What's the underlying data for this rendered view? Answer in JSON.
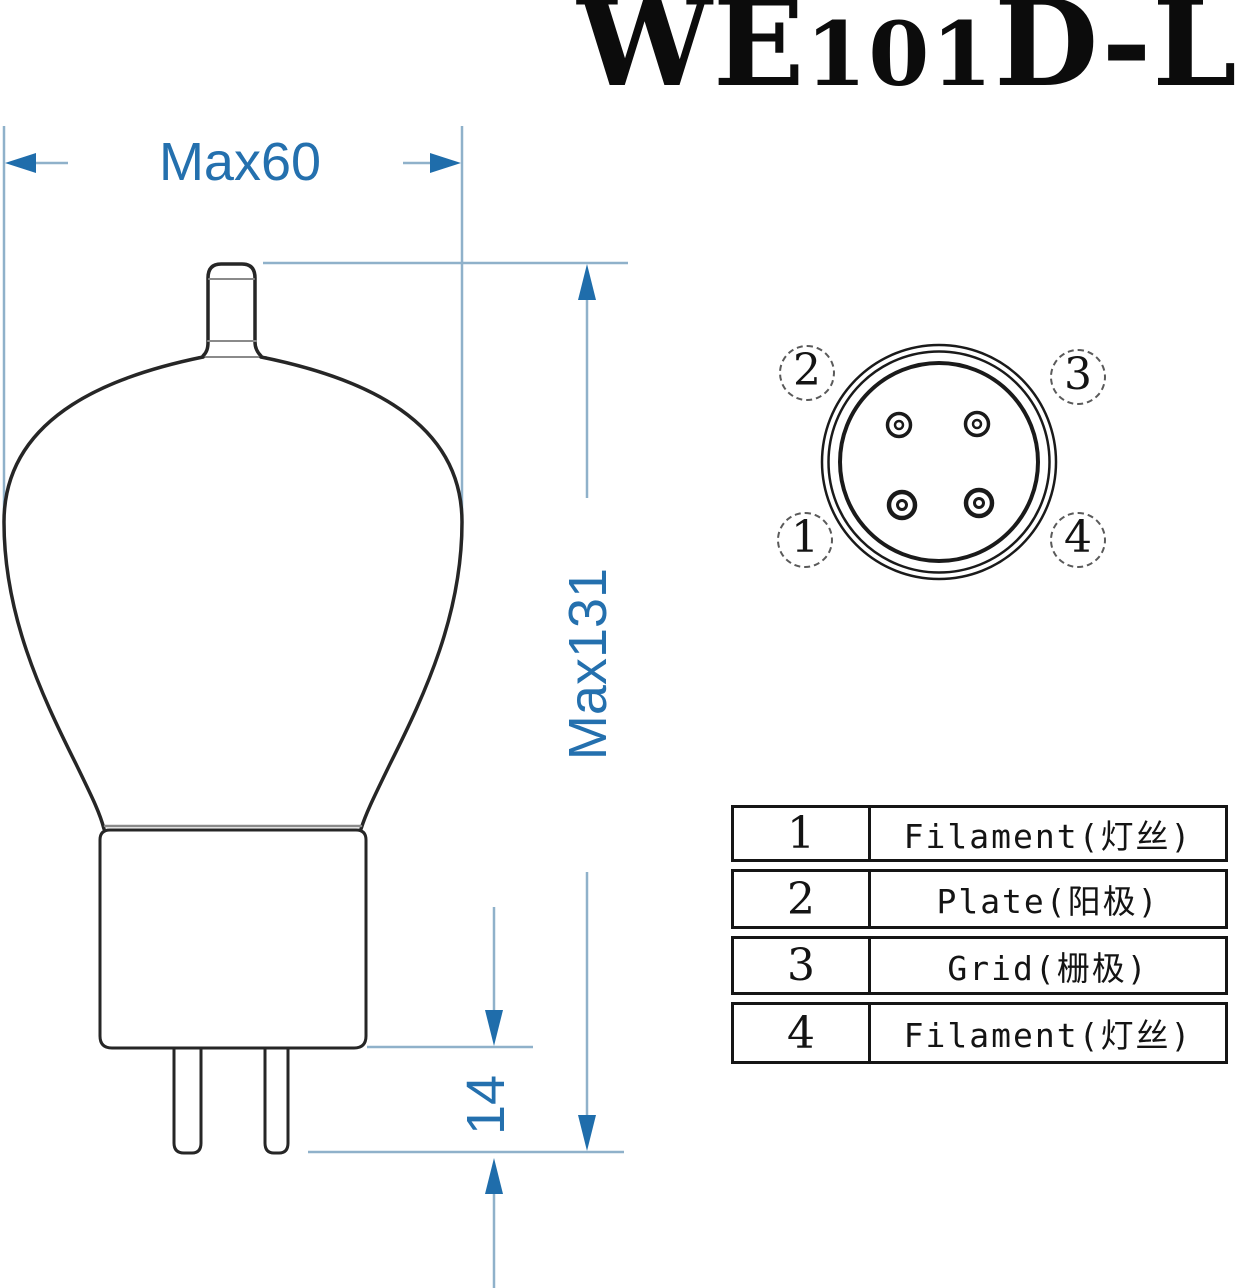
{
  "title": {
    "full": "WE101D-L",
    "we": "WE",
    "digits": "101",
    "suffix": "D-L"
  },
  "dimensions": {
    "width": {
      "label": "Max60"
    },
    "height": {
      "label": "Max131"
    },
    "pin_length": {
      "label": "14"
    }
  },
  "pinout": {
    "view": "bottom-view-socket",
    "positions": {
      "top_left": "2",
      "top_right": "3",
      "bottom_left": "1",
      "bottom_right": "4"
    }
  },
  "pin_table": {
    "rows": [
      {
        "pin": "1",
        "function": "Filament(灯丝)"
      },
      {
        "pin": "2",
        "function": "Plate(阳极)"
      },
      {
        "pin": "3",
        "function": "Grid(栅极)"
      },
      {
        "pin": "4",
        "function": "Filament(灯丝)"
      }
    ]
  },
  "colors": {
    "dimension_text": "#2470ae",
    "dimension_line": "#8fb1ca",
    "arrow_fill": "#1f6dab",
    "ink": "#262626"
  }
}
